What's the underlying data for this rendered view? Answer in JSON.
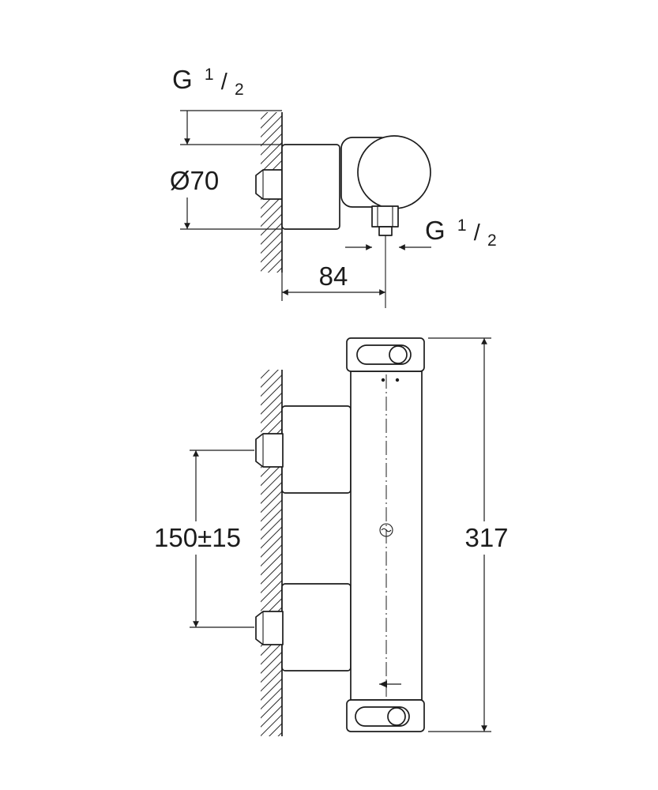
{
  "canvas": {
    "background": "#ffffff",
    "ink": "#1c1c1c"
  },
  "side_view": {
    "wall_thread_label": {
      "prefix": "G",
      "numerator": "1",
      "separator": "/",
      "denominator": "2"
    },
    "escutcheon_diameter_label": "Ø70",
    "outlet_thread_label": {
      "prefix": "G",
      "numerator": "1",
      "separator": "/",
      "denominator": "2"
    },
    "wall_to_outlet_label": "84"
  },
  "front_view": {
    "connection_spacing_label": "150±15",
    "overall_height_label": "317"
  }
}
